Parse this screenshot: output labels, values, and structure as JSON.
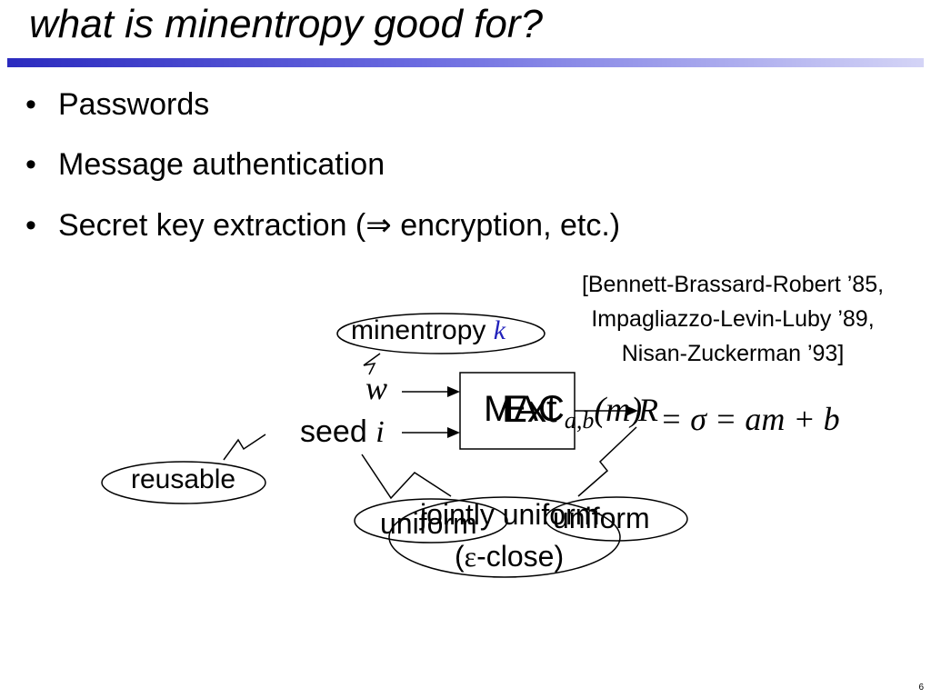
{
  "slide": {
    "title": "what is minentropy good for?",
    "page_number": "6",
    "bullets": [
      {
        "dot": "•",
        "text": "Passwords"
      },
      {
        "dot": "•",
        "text": "Message authentication"
      },
      {
        "dot": "•",
        "text": "Secret key extraction (",
        "arrow": "⇒",
        "text_after": " encryption, etc.)"
      }
    ]
  },
  "citation": {
    "line1": "[Bennett-Brassard-Robert ’85,",
    "line2": "Impagliazzo-Levin-Luby ’89,",
    "line3": "Nisan-Zuckerman ’93]"
  },
  "diagram": {
    "minentropy_label": "minentropy ",
    "minentropy_var": "k",
    "w_var": "w",
    "seed_label": "seed ",
    "seed_var": "i",
    "box_label_ext": "Ext",
    "box_label_mac": "MAC",
    "mac_subscript": "a,b",
    "mac_arg": "(m)",
    "output_var": "R",
    "formula": "= σ = am + b",
    "reusable": "reusable",
    "uniform_left": "uniform",
    "uniform_right": "uniform",
    "jointly_uniform": "jointly uniform",
    "eps_close_open": "(",
    "eps_symbol": "ε",
    "eps_close_rest": "-close)"
  }
}
